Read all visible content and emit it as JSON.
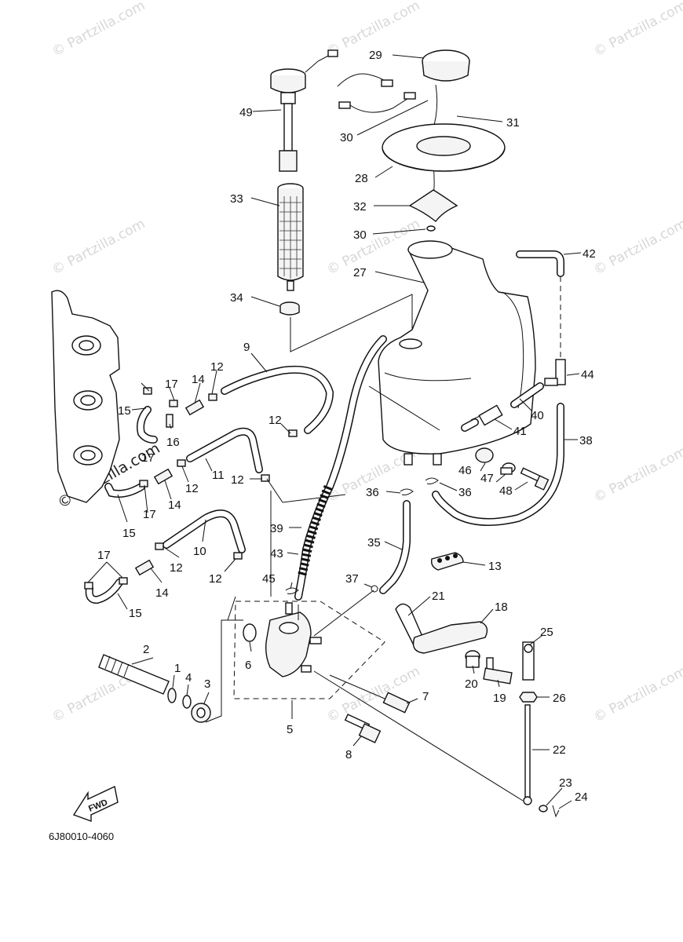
{
  "watermark": "© Partzilla.com",
  "catalog_code": "6J80010-4060",
  "fwd_label": "FWD",
  "callouts": [
    {
      "id": "49",
      "label": "49"
    },
    {
      "id": "29",
      "label": "29"
    },
    {
      "id": "30a",
      "label": "30"
    },
    {
      "id": "31",
      "label": "31"
    },
    {
      "id": "28",
      "label": "28"
    },
    {
      "id": "33",
      "label": "33"
    },
    {
      "id": "32",
      "label": "32"
    },
    {
      "id": "30b",
      "label": "30"
    },
    {
      "id": "42",
      "label": "42"
    },
    {
      "id": "27",
      "label": "27"
    },
    {
      "id": "34",
      "label": "34"
    },
    {
      "id": "9",
      "label": "9"
    },
    {
      "id": "12a",
      "label": "12"
    },
    {
      "id": "14a",
      "label": "14"
    },
    {
      "id": "17a",
      "label": "17"
    },
    {
      "id": "15a",
      "label": "15"
    },
    {
      "id": "16",
      "label": "16"
    },
    {
      "id": "12b",
      "label": "12"
    },
    {
      "id": "44",
      "label": "44"
    },
    {
      "id": "40",
      "label": "40"
    },
    {
      "id": "41",
      "label": "41"
    },
    {
      "id": "38",
      "label": "38"
    },
    {
      "id": "17b",
      "label": "17"
    },
    {
      "id": "11",
      "label": "11"
    },
    {
      "id": "12c",
      "label": "12"
    },
    {
      "id": "14b",
      "label": "14"
    },
    {
      "id": "12d",
      "label": "12"
    },
    {
      "id": "46",
      "label": "46"
    },
    {
      "id": "47",
      "label": "47"
    },
    {
      "id": "48",
      "label": "48"
    },
    {
      "id": "36a",
      "label": "36"
    },
    {
      "id": "36b",
      "label": "36"
    },
    {
      "id": "17c",
      "label": "17"
    },
    {
      "id": "15b",
      "label": "15"
    },
    {
      "id": "39",
      "label": "39"
    },
    {
      "id": "10",
      "label": "10"
    },
    {
      "id": "35",
      "label": "35"
    },
    {
      "id": "13",
      "label": "13"
    },
    {
      "id": "43",
      "label": "43"
    },
    {
      "id": "17d",
      "label": "17"
    },
    {
      "id": "12e",
      "label": "12"
    },
    {
      "id": "12f",
      "label": "12"
    },
    {
      "id": "45",
      "label": "45"
    },
    {
      "id": "37",
      "label": "37"
    },
    {
      "id": "14c",
      "label": "14"
    },
    {
      "id": "21",
      "label": "21"
    },
    {
      "id": "15c",
      "label": "15"
    },
    {
      "id": "18",
      "label": "18"
    },
    {
      "id": "2",
      "label": "2"
    },
    {
      "id": "1",
      "label": "1"
    },
    {
      "id": "6",
      "label": "6"
    },
    {
      "id": "25",
      "label": "25"
    },
    {
      "id": "4",
      "label": "4"
    },
    {
      "id": "20",
      "label": "20"
    },
    {
      "id": "3",
      "label": "3"
    },
    {
      "id": "19",
      "label": "19"
    },
    {
      "id": "26",
      "label": "26"
    },
    {
      "id": "7",
      "label": "7"
    },
    {
      "id": "5",
      "label": "5"
    },
    {
      "id": "8",
      "label": "8"
    },
    {
      "id": "22",
      "label": "22"
    },
    {
      "id": "23",
      "label": "23"
    },
    {
      "id": "24",
      "label": "24"
    }
  ]
}
